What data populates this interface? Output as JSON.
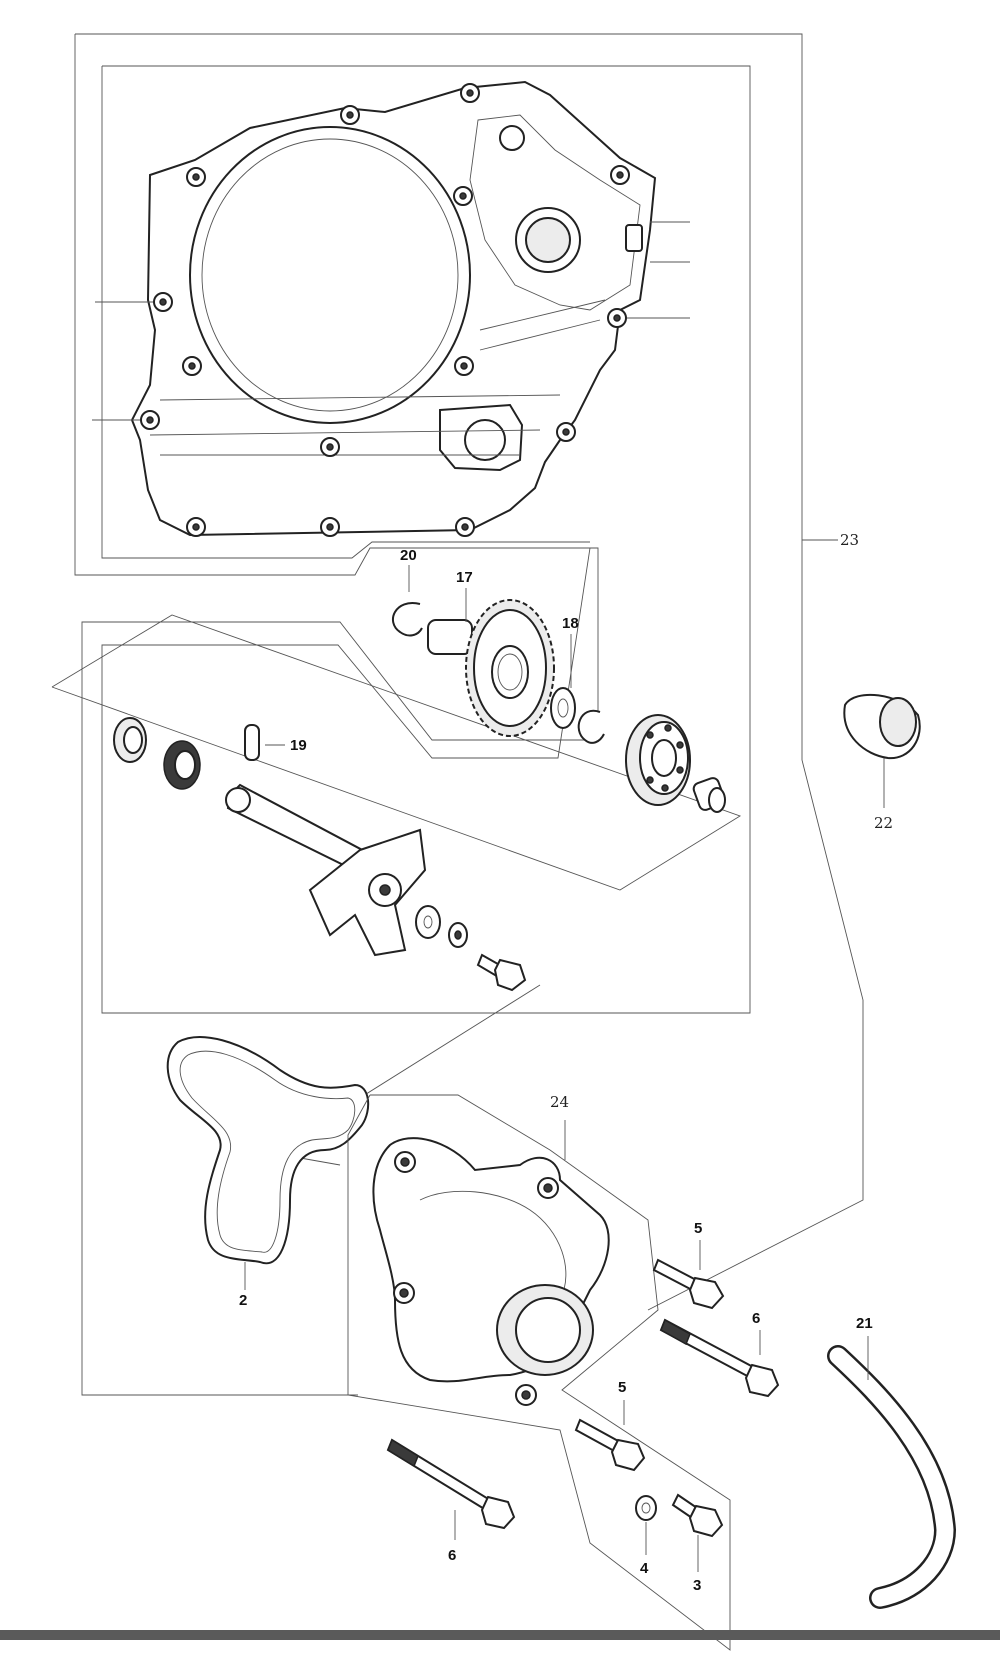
{
  "callouts": {
    "c2": "2",
    "c3": "3",
    "c4": "4",
    "c5a": "5",
    "c5b": "5",
    "c6a": "6",
    "c6b": "6",
    "c17": "17",
    "c18": "18",
    "c19": "19",
    "c20": "20",
    "c21": "21",
    "c22": "22",
    "c23": "23",
    "c24": "24"
  }
}
